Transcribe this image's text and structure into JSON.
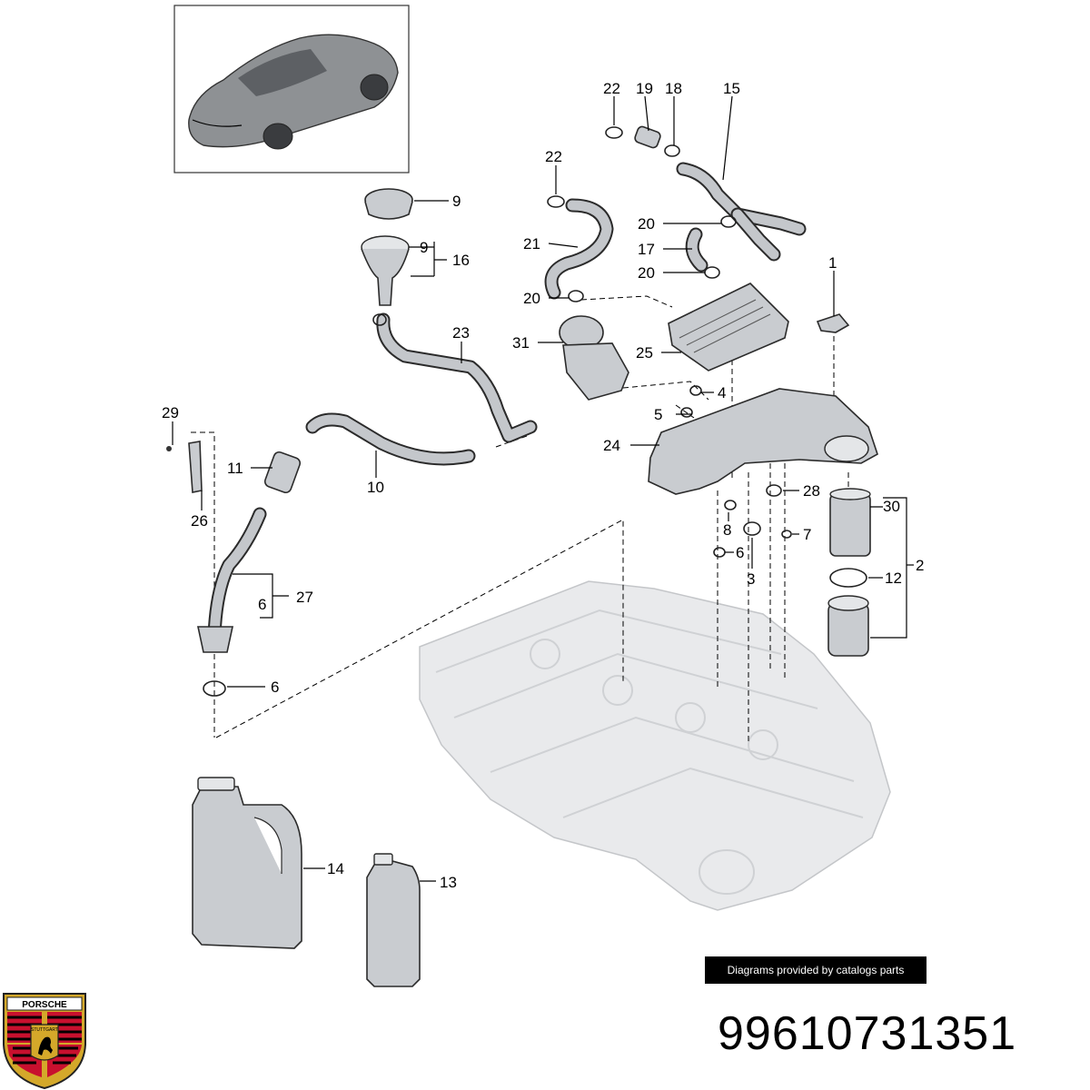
{
  "diagram": {
    "callouts": [
      {
        "id": "c22a",
        "text": "22"
      },
      {
        "id": "c19",
        "text": "19"
      },
      {
        "id": "c18",
        "text": "18"
      },
      {
        "id": "c15",
        "text": "15"
      },
      {
        "id": "c22b",
        "text": "22"
      },
      {
        "id": "c9a",
        "text": "9"
      },
      {
        "id": "c9b",
        "text": "9"
      },
      {
        "id": "c16",
        "text": "16"
      },
      {
        "id": "c20a",
        "text": "20"
      },
      {
        "id": "c17",
        "text": "17"
      },
      {
        "id": "c20b",
        "text": "20"
      },
      {
        "id": "c21",
        "text": "21"
      },
      {
        "id": "c20c",
        "text": "20"
      },
      {
        "id": "c1",
        "text": "1"
      },
      {
        "id": "c23",
        "text": "23"
      },
      {
        "id": "c31",
        "text": "31"
      },
      {
        "id": "c25",
        "text": "25"
      },
      {
        "id": "c4",
        "text": "4"
      },
      {
        "id": "c5",
        "text": "5"
      },
      {
        "id": "c29",
        "text": "29"
      },
      {
        "id": "c24",
        "text": "24"
      },
      {
        "id": "c11",
        "text": "11"
      },
      {
        "id": "c10",
        "text": "10"
      },
      {
        "id": "c28",
        "text": "28"
      },
      {
        "id": "c30",
        "text": "30"
      },
      {
        "id": "c26",
        "text": "26"
      },
      {
        "id": "c8",
        "text": "8"
      },
      {
        "id": "c7",
        "text": "7"
      },
      {
        "id": "c6a",
        "text": "6"
      },
      {
        "id": "c2",
        "text": "2"
      },
      {
        "id": "c3",
        "text": "3"
      },
      {
        "id": "c12",
        "text": "12"
      },
      {
        "id": "c27",
        "text": "27"
      },
      {
        "id": "c6b",
        "text": "6"
      },
      {
        "id": "c6c",
        "text": "6"
      },
      {
        "id": "c14",
        "text": "14"
      },
      {
        "id": "c13",
        "text": "13"
      }
    ]
  },
  "credit": "Diagrams provided by catalogs parts",
  "part_number": "99610731351",
  "logo": {
    "wordmark": "PORSCHE",
    "city": "STUTTGART"
  },
  "colors": {
    "part_fill": "#c9ccd0",
    "engine_fill": "#e9eaec",
    "credit_bg": "#000000",
    "logo_red": "#c8102e",
    "logo_gold": "#d4a82a"
  }
}
